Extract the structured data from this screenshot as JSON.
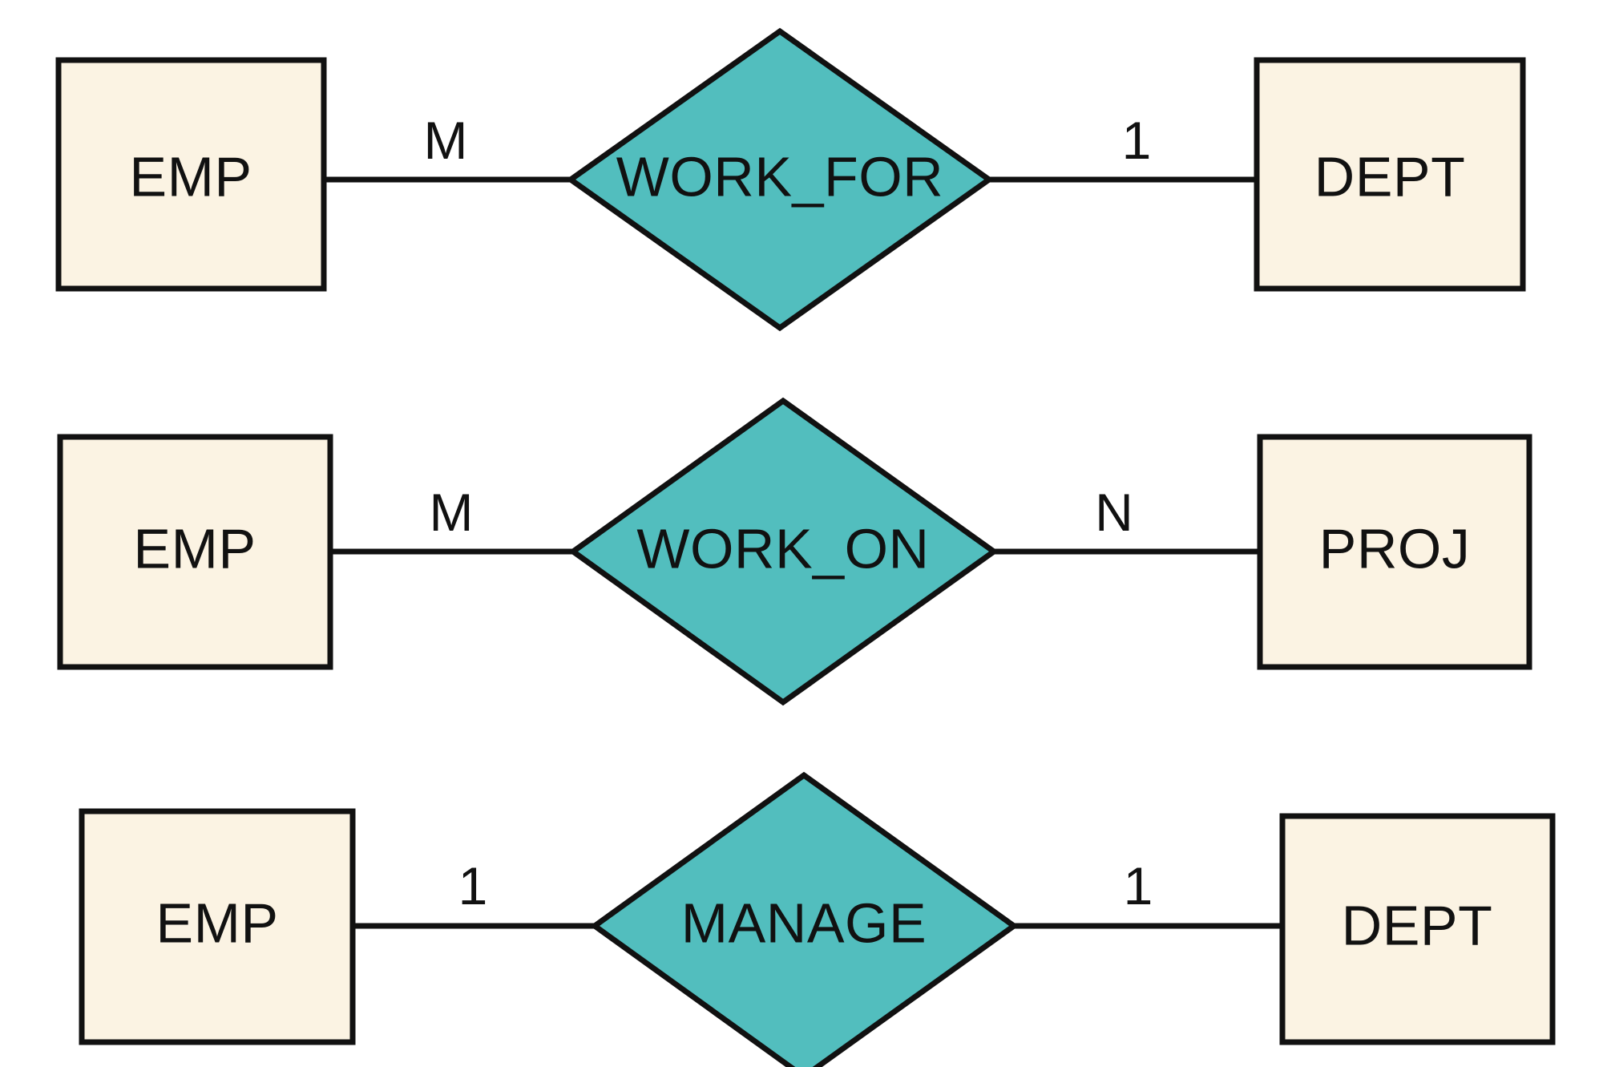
{
  "diagram": {
    "type": "entity-relationship-diagram",
    "notation": "chen",
    "background_color": "#ffffff",
    "entity_fill": "#fbf3e3",
    "relationship_fill": "#52bebe",
    "stroke_color": "#111111"
  },
  "rows": [
    {
      "id": "row-work-for",
      "left_entity": "EMP",
      "left_cardinality": "M",
      "relationship": "WORK_FOR",
      "right_cardinality": "1",
      "right_entity": "DEPT"
    },
    {
      "id": "row-work-on",
      "left_entity": "EMP",
      "left_cardinality": "M",
      "relationship": "WORK_ON",
      "right_cardinality": "N",
      "right_entity": "PROJ"
    },
    {
      "id": "row-manage",
      "left_entity": "EMP",
      "left_cardinality": "1",
      "relationship": "MANAGE",
      "right_cardinality": "1",
      "right_entity": "DEPT"
    }
  ]
}
